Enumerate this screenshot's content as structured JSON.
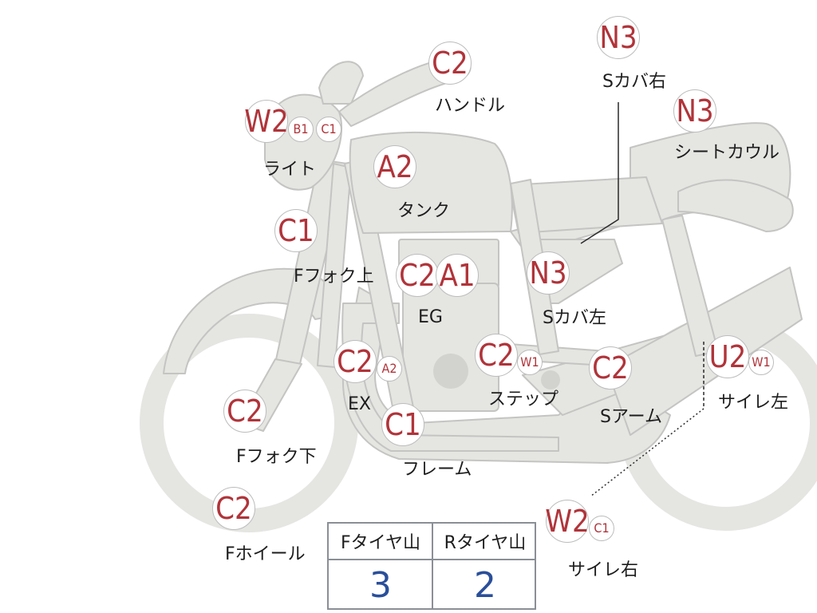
{
  "colors": {
    "body_fill": "#e5e5e2",
    "outline": "#c4c4c2",
    "code_red": "#b0343a",
    "value_blue": "#2a4f9a"
  },
  "parts": {
    "handle": {
      "label": "ハンドル",
      "codes": [
        "C2"
      ]
    },
    "seat_cover_right": {
      "label": "Sカバ右",
      "codes": [
        "N3"
      ]
    },
    "seat_cowl": {
      "label": "シートカウル",
      "codes": [
        "N3"
      ]
    },
    "light": {
      "label": "ライト",
      "codes": [
        "W2",
        "B1",
        "C1"
      ]
    },
    "tank": {
      "label": "タンク",
      "codes": [
        "A2"
      ]
    },
    "fork_upper": {
      "label": "Fフォク上",
      "codes": [
        "C1"
      ]
    },
    "engine": {
      "label": "EG",
      "codes": [
        "C2",
        "A1"
      ]
    },
    "seat_cover_left": {
      "label": "Sカバ左",
      "codes": [
        "N3"
      ]
    },
    "exhaust": {
      "label": "EX",
      "codes": [
        "C2",
        "A2"
      ]
    },
    "step": {
      "label": "ステップ",
      "codes": [
        "C2",
        "W1"
      ]
    },
    "swing_arm": {
      "label": "Sアーム",
      "codes": [
        "C2"
      ]
    },
    "muffler_left": {
      "label": "サイレ左",
      "codes": [
        "U2",
        "W1"
      ]
    },
    "fork_lower": {
      "label": "Fフォク下",
      "codes": [
        "C2"
      ]
    },
    "frame": {
      "label": "フレーム",
      "codes": [
        "C1"
      ]
    },
    "front_wheel": {
      "label": "Fホイール",
      "codes": [
        "C2"
      ]
    },
    "muffler_right": {
      "label": "サイレ右",
      "codes": [
        "W2",
        "C1"
      ]
    }
  },
  "tire_table": {
    "front_label": "Fタイヤ山",
    "rear_label": "Rタイヤ山",
    "front_value": "3",
    "rear_value": "2"
  }
}
